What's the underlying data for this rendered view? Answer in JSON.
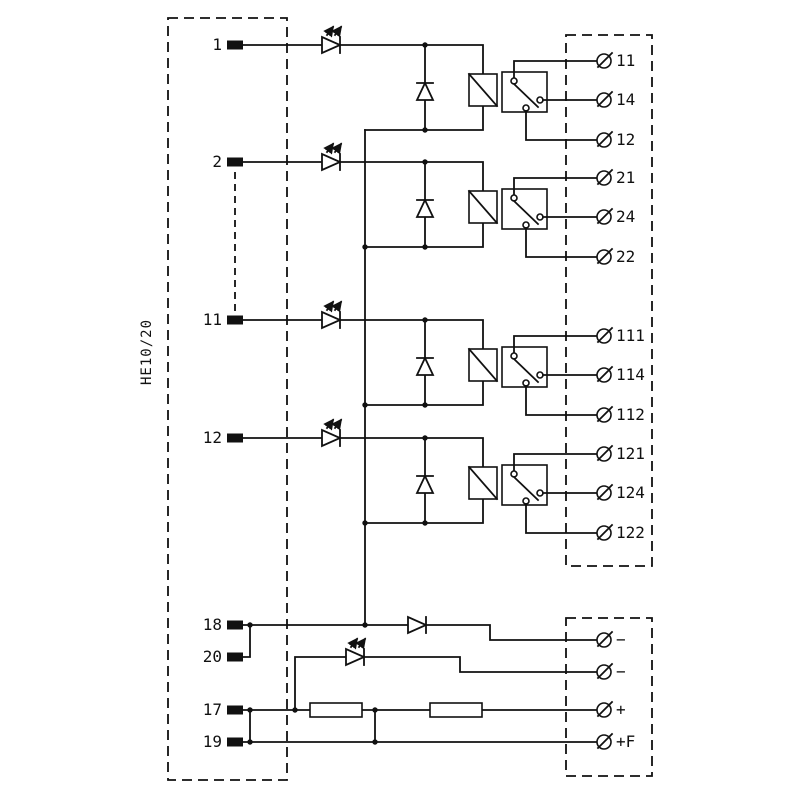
{
  "diagram": {
    "connector": {
      "label": "HE10/20",
      "pins": [
        {
          "id": "1"
        },
        {
          "id": "2"
        },
        {
          "id": "11"
        },
        {
          "id": "12"
        },
        {
          "id": "18"
        },
        {
          "id": "20"
        },
        {
          "id": "17"
        },
        {
          "id": "19"
        }
      ]
    },
    "channels": [
      {
        "terminals": [
          "11",
          "14",
          "12"
        ]
      },
      {
        "terminals": [
          "21",
          "24",
          "22"
        ]
      },
      {
        "terminals": [
          "111",
          "114",
          "112"
        ]
      },
      {
        "terminals": [
          "121",
          "124",
          "122"
        ]
      }
    ],
    "power_terminals": [
      {
        "label": "−"
      },
      {
        "label": "−"
      },
      {
        "label": "+"
      },
      {
        "label": "+F"
      }
    ]
  }
}
